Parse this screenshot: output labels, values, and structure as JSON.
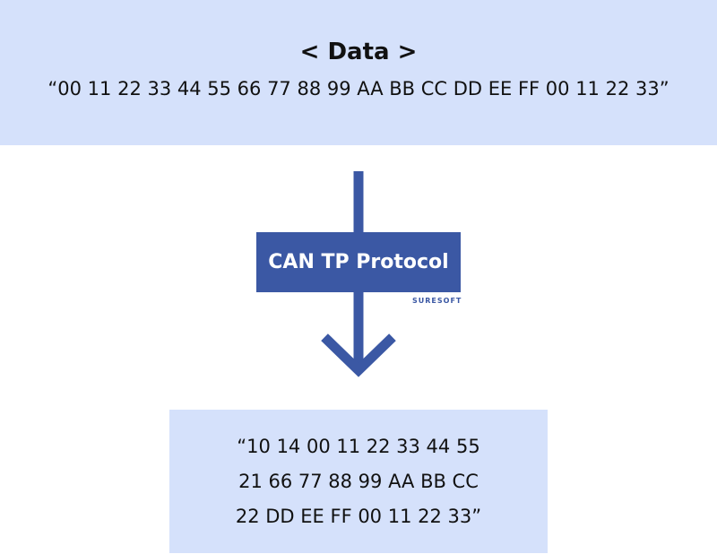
{
  "top": {
    "title": "< Data >",
    "data": "“00 11 22 33 44 55 66 77 88 99 AA BB CC DD EE FF 00 11 22 33”"
  },
  "process": {
    "label": "CAN TP Protocol",
    "watermark": "SURESOFT"
  },
  "bottom": {
    "lines": [
      "“10 14 00 11 22 33 44 55",
      "21 66 77 88 99 AA BB CC",
      "22 DD EE FF 00 11 22 33”"
    ]
  },
  "colors": {
    "panel": "#d5e1fb",
    "accent": "#3b58a4",
    "text": "#111111"
  }
}
